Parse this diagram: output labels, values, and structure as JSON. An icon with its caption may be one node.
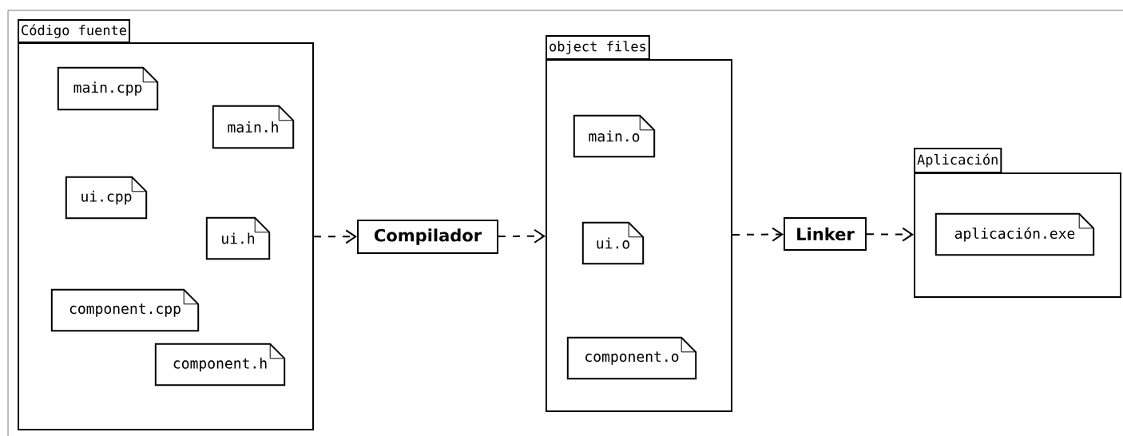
{
  "diagram": {
    "nodes": [
      {
        "text": [
          "Código fuente"
        ]
      },
      {
        "text": [
          "main.cpp"
        ],
        "in": 0
      },
      {
        "text": [
          "main.h"
        ],
        "in": 0
      },
      {
        "text": [
          "ui.cpp"
        ],
        "in": 0
      },
      {
        "text": [
          "ui.h"
        ],
        "in": 0
      },
      {
        "text": [
          "component.cpp"
        ],
        "in": 0
      },
      {
        "text": [
          "component.h"
        ],
        "in": 0
      },
      {
        "text": [
          "Compilador"
        ]
      },
      {
        "text": [
          "object files"
        ]
      },
      {
        "text": [
          "main.o"
        ],
        "in": 8
      },
      {
        "text": [
          "ui.o"
        ],
        "in": 8
      },
      {
        "text": [
          "component.o"
        ],
        "in": 8
      },
      {
        "text": [
          "Linker"
        ]
      },
      {
        "text": [
          "Aplicación"
        ]
      },
      {
        "text": [
          "aplicación.exe"
        ],
        "in": 13
      }
    ],
    "edges": [
      {
        "from": 0,
        "to": 7,
        "arrow": "to",
        "style": "dashed"
      },
      {
        "from": 7,
        "to": 8,
        "arrow": "to",
        "style": "dashed"
      },
      {
        "from": 8,
        "to": 12,
        "arrow": "to",
        "style": "dashed"
      },
      {
        "from": 12,
        "to": 13,
        "arrow": "to",
        "style": "dashed"
      }
    ]
  }
}
